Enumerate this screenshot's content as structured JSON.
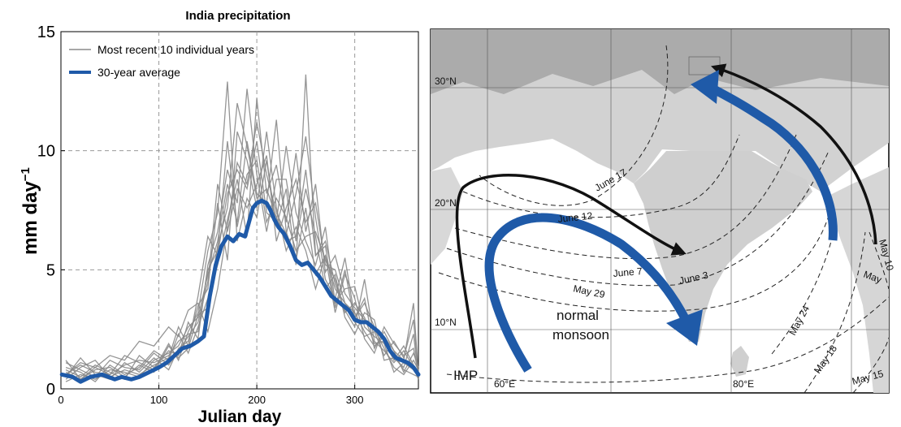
{
  "chart_data": [
    {
      "type": "line",
      "title": "India precipitation",
      "xlabel": "Julian day",
      "ylabel_main": "mm day",
      "ylabel_sup": "−1",
      "xlim": [
        0,
        365
      ],
      "ylim": [
        0,
        15
      ],
      "xticks": [
        0,
        100,
        200,
        300
      ],
      "yticks": [
        0,
        5,
        10,
        15
      ],
      "grid": true,
      "legend_position": "top-left",
      "series": [
        {
          "name": "Most recent 10 individual years",
          "color": "#8a8a8a",
          "x": [
            5,
            20,
            35,
            50,
            65,
            80,
            95,
            110,
            120,
            130,
            140,
            150,
            160,
            170,
            180,
            190,
            200,
            210,
            220,
            230,
            240,
            250,
            260,
            270,
            280,
            290,
            300,
            310,
            320,
            330,
            340,
            350,
            360,
            365
          ],
          "lines": [
            [
              0.6,
              1.1,
              0.9,
              1.4,
              1.2,
              2.0,
              1.8,
              2.6,
              2.2,
              3.3,
              3.6,
              2.4,
              4.2,
              6.8,
              9.5,
              8.6,
              11.2,
              9.0,
              7.4,
              6.5,
              8.2,
              10.6,
              7.2,
              4.6,
              3.8,
              5.5,
              3.0,
              3.6,
              2.6,
              2.2,
              1.6,
              1.2,
              3.6,
              0.6
            ],
            [
              0.3,
              0.6,
              0.4,
              0.8,
              0.7,
              0.5,
              1.2,
              1.5,
              1.8,
              2.6,
              3.0,
              4.8,
              6.2,
              8.6,
              7.0,
              10.4,
              8.2,
              7.8,
              11.3,
              6.6,
              5.4,
              7.6,
              4.8,
              5.6,
              4.2,
              3.6,
              3.2,
              2.4,
              1.8,
              2.2,
              1.4,
              0.8,
              0.6,
              0.5
            ],
            [
              1.2,
              0.4,
              0.9,
              0.6,
              1.4,
              1.1,
              0.8,
              1.9,
              1.2,
              2.4,
              3.2,
              5.8,
              7.4,
              12.9,
              6.2,
              8.0,
              7.2,
              9.6,
              6.8,
              8.4,
              5.2,
              13.2,
              5.6,
              6.2,
              4.4,
              3.3,
              2.6,
              4.6,
              2.0,
              1.6,
              1.1,
              1.6,
              0.9,
              0.4
            ],
            [
              0.9,
              0.7,
              0.3,
              1.0,
              0.6,
              0.9,
              1.6,
              1.2,
              2.3,
              1.5,
              2.6,
              3.8,
              5.2,
              7.1,
              8.8,
              6.4,
              12.2,
              8.2,
              9.4,
              7.0,
              9.9,
              6.6,
              8.6,
              4.9,
              5.6,
              4.0,
              3.4,
              2.9,
              2.5,
              1.7,
              0.9,
              0.6,
              1.2,
              0.8
            ],
            [
              0.5,
              1.3,
              0.6,
              0.4,
              1.1,
              0.7,
              1.3,
              0.8,
              1.7,
              2.0,
              3.5,
              4.2,
              7.8,
              5.4,
              10.8,
              9.6,
              7.6,
              10.8,
              7.6,
              5.8,
              6.8,
              5.8,
              4.2,
              5.6,
              3.2,
              4.8,
              3.8,
              2.1,
              1.5,
              2.6,
              1.9,
              1.4,
              1.7,
              0.6
            ],
            [
              0.8,
              0.5,
              1.0,
              0.7,
              0.4,
              1.4,
              0.9,
              1.6,
              1.4,
              2.8,
              2.1,
              5.2,
              6.6,
              9.2,
              7.8,
              12.6,
              9.0,
              6.6,
              8.8,
              8.8,
              6.2,
              8.4,
              6.4,
              4.2,
              4.8,
              3.0,
              2.3,
              3.2,
              2.9,
              1.2,
              1.3,
              0.9,
              2.3,
              0.5
            ],
            [
              0.4,
              0.9,
              1.2,
              0.5,
              0.8,
              0.6,
              1.0,
              1.3,
              2.6,
              1.8,
              3.9,
              6.4,
              5.6,
              8.2,
              9.2,
              8.4,
              10.4,
              7.4,
              7.0,
              10.2,
              7.4,
              6.2,
              5.2,
              6.8,
              3.6,
              4.2,
              4.3,
              2.6,
              2.2,
              1.9,
              0.7,
              1.1,
              0.8,
              0.7
            ],
            [
              1.1,
              0.8,
              0.5,
              1.2,
              0.9,
              0.8,
              1.5,
              1.0,
              1.6,
              2.2,
              2.8,
              4.5,
              8.6,
              6.6,
              8.4,
              7.6,
              8.6,
              9.8,
              6.2,
              7.6,
              8.8,
              7.0,
              7.8,
              5.2,
              5.0,
              3.6,
              3.0,
              3.8,
              1.7,
              2.4,
              1.6,
              0.7,
              1.5,
              0.9
            ],
            [
              0.7,
              0.4,
              0.8,
              0.9,
              0.5,
              1.0,
              0.7,
              1.8,
              1.3,
              1.7,
              3.1,
              3.4,
              6.0,
              7.6,
              12.0,
              10.2,
              8.0,
              8.4,
              7.2,
              6.2,
              6.4,
              9.2,
              5.6,
              6.0,
              3.4,
              5.0,
              2.8,
              2.2,
              2.4,
              1.4,
              2.0,
              1.3,
              2.9,
              0.6
            ],
            [
              0.6,
              1.0,
              0.7,
              0.6,
              1.0,
              1.2,
              1.1,
              1.4,
              2.0,
              2.3,
              2.4,
              5.0,
              5.8,
              10.4,
              6.8,
              9.0,
              9.6,
              7.0,
              8.0,
              7.2,
              5.8,
              6.4,
              6.6,
              5.4,
              4.6,
              3.2,
              3.6,
              3.0,
              1.9,
              2.0,
              1.2,
              1.8,
              1.0,
              0.5
            ]
          ]
        },
        {
          "name": "30-year average",
          "color": "#1f5aa8",
          "x": [
            1,
            12,
            20,
            30,
            42,
            55,
            62,
            72,
            80,
            90,
            100,
            108,
            116,
            124,
            132,
            140,
            146,
            152,
            158,
            164,
            170,
            176,
            182,
            188,
            192,
            196,
            200,
            205,
            210,
            214,
            218,
            222,
            228,
            234,
            240,
            246,
            252,
            258,
            264,
            270,
            276,
            282,
            288,
            294,
            300,
            306,
            312,
            318,
            324,
            330,
            336,
            342,
            348,
            354,
            360,
            365
          ],
          "values": [
            0.6,
            0.5,
            0.3,
            0.5,
            0.6,
            0.4,
            0.5,
            0.4,
            0.5,
            0.7,
            0.9,
            1.1,
            1.4,
            1.7,
            1.8,
            2.0,
            2.2,
            3.9,
            5.2,
            6.0,
            6.4,
            6.2,
            6.5,
            6.4,
            7.0,
            7.6,
            7.8,
            7.9,
            7.8,
            7.5,
            7.1,
            6.8,
            6.5,
            6.0,
            5.4,
            5.2,
            5.3,
            5.0,
            4.7,
            4.3,
            3.9,
            3.7,
            3.5,
            3.3,
            2.9,
            2.8,
            2.8,
            2.6,
            2.4,
            2.1,
            1.6,
            1.3,
            1.2,
            1.1,
            0.9,
            0.6
          ]
        }
      ]
    }
  ],
  "map": {
    "lat_labels": [
      "30°N",
      "20°N",
      "10°N"
    ],
    "lon_labels": [
      "60°E",
      "80°E"
    ],
    "isochrones": [
      "June 17",
      "June 12",
      "June 7",
      "June 3",
      "May 29",
      "May 24",
      "May 18",
      "May 15",
      "May 10",
      "May"
    ],
    "labels": {
      "normal_1": "normal",
      "normal_2": "monsoon",
      "imp": "IMP"
    },
    "colors": {
      "arrow_blue": "#1f5aa8",
      "arrow_black": "#111111",
      "land": "#d9d9d9",
      "sea": "#ffffff"
    }
  }
}
